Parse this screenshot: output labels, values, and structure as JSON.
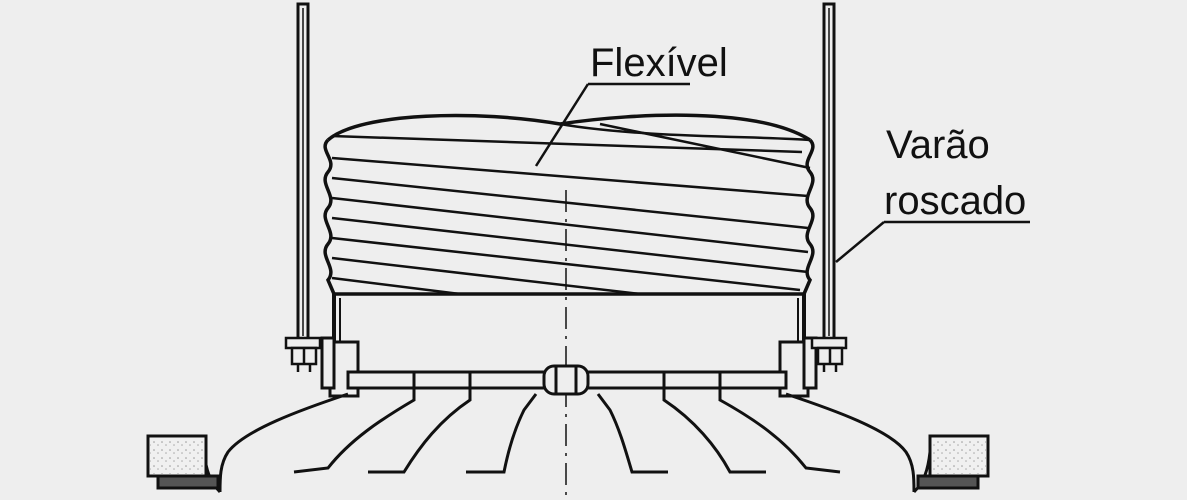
{
  "labels": {
    "flexible": "Flexível",
    "rod_line1": "Varão",
    "rod_line2": "roscado"
  },
  "colors": {
    "background": "#eeeeee",
    "ink": "#111111"
  }
}
